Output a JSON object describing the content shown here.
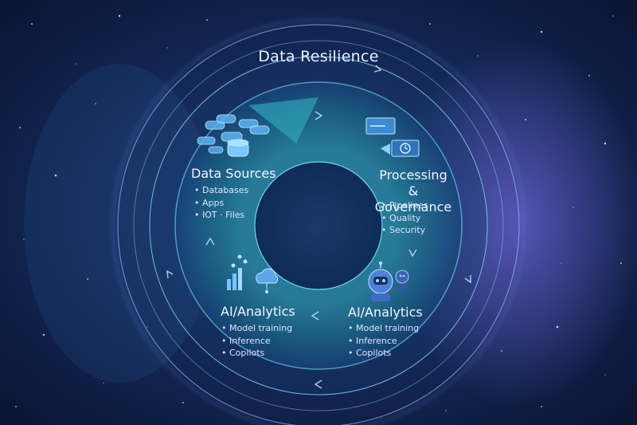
{
  "diagram": {
    "title": "Data Resilience",
    "stages": [
      {
        "title": "Data Sources",
        "items": [
          "Databases",
          "Apps",
          "IOT · Files"
        ],
        "icon": "database-stack-icon"
      },
      {
        "title": "Processing & Governance",
        "title_line1": "Processing &",
        "title_line2": "Governance",
        "items": [
          "Pipelines",
          "Quality",
          "Security"
        ],
        "icon": "server-clock-icon"
      },
      {
        "title": "AI/Analytics",
        "items": [
          "Model training",
          "Inference",
          "Copilots"
        ],
        "icon": "robot-icon"
      },
      {
        "title": "AI/Analytics",
        "items": [
          "Model training",
          "Inference",
          "Copilots"
        ],
        "icon": "analytics-cloud-icon"
      }
    ]
  },
  "colors": {
    "background": "#0b1638",
    "ring_glow": "#4fd6e8",
    "ring_accent": "#7aa8ff",
    "text": "#eef4ff"
  }
}
